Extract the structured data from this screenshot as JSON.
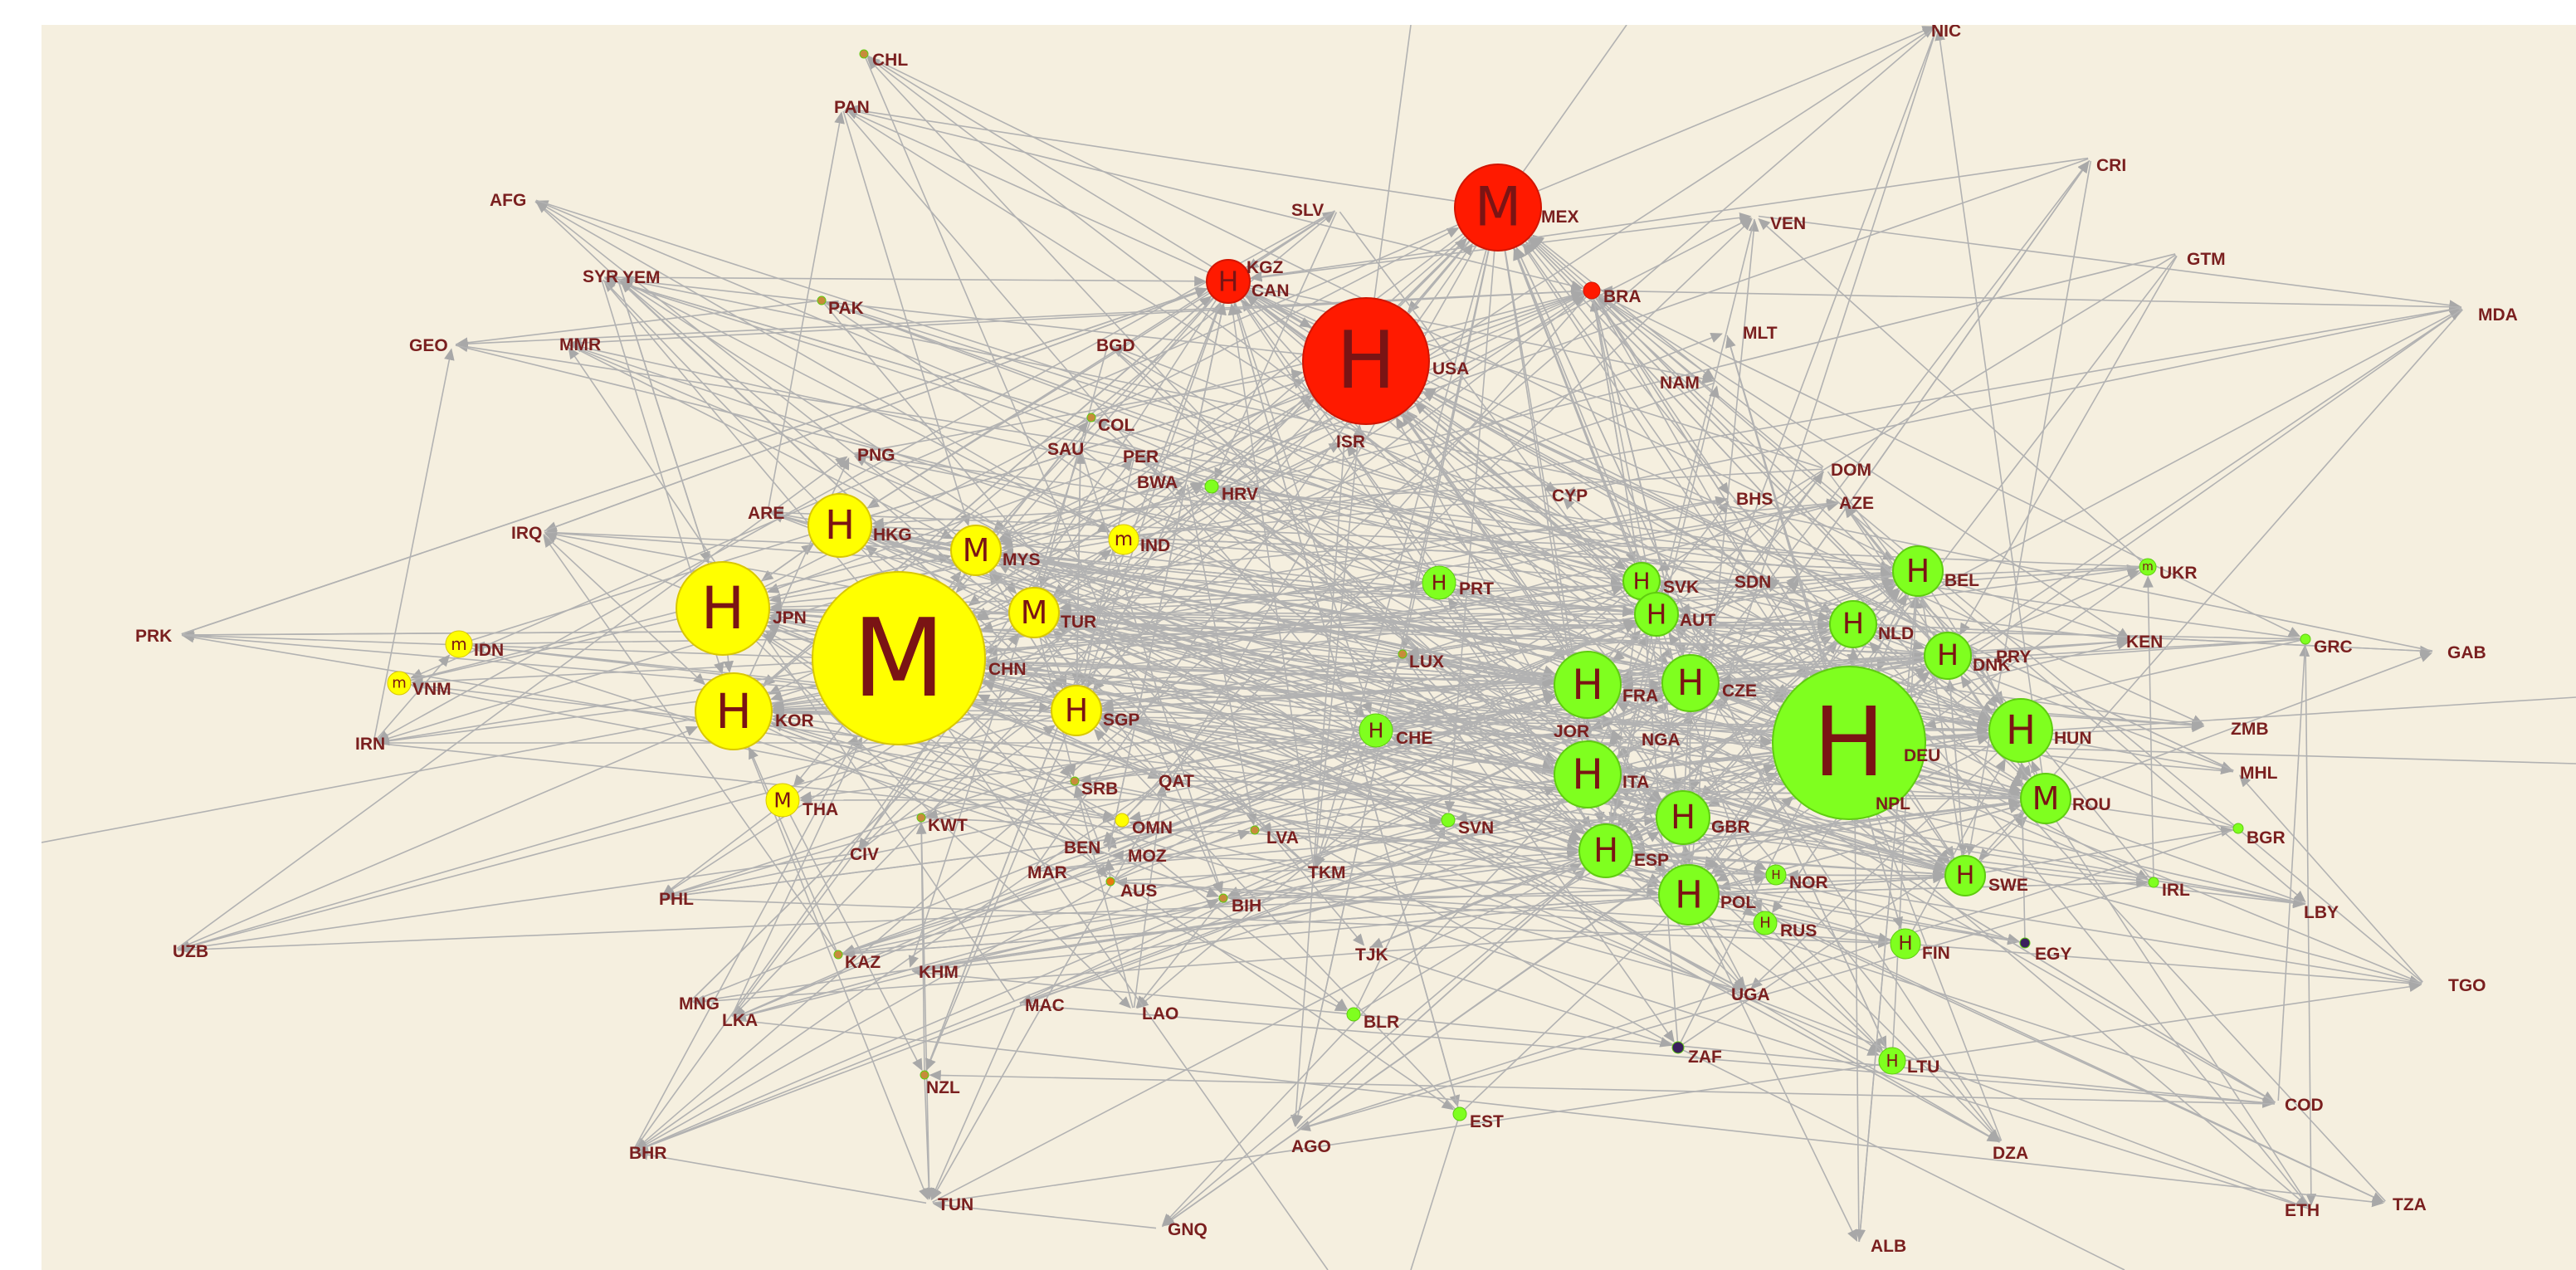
{
  "colors": {
    "red": "#ff1a00",
    "yellow": "#ffff00",
    "green": "#7fff1f",
    "orange": "#e87a10",
    "small_dot": "#c78b3a",
    "dark": "#3a1f5c",
    "edge": "#b2b2b2",
    "label": "#7a1f1f",
    "letter": "#7a1414",
    "background": "#f5efdf"
  },
  "nodes": [
    {
      "id": "USA",
      "label": "USA",
      "letter": "H",
      "group": "red"
    },
    {
      "id": "MEX",
      "label": "MEX",
      "letter": "M",
      "group": "red"
    },
    {
      "id": "KGZ",
      "label": "KGZ",
      "letter": "H",
      "group": "red"
    },
    {
      "id": "CAN",
      "label": "CAN",
      "letter": "",
      "group": "none"
    },
    {
      "id": "BRA",
      "label": "BRA",
      "letter": "",
      "group": "red"
    },
    {
      "id": "CHN",
      "label": "CHN",
      "letter": "M",
      "group": "yellow"
    },
    {
      "id": "JPN",
      "label": "JPN",
      "letter": "H",
      "group": "yellow"
    },
    {
      "id": "KOR",
      "label": "KOR",
      "letter": "H",
      "group": "yellow"
    },
    {
      "id": "HKG",
      "label": "HKG",
      "letter": "H",
      "group": "yellow"
    },
    {
      "id": "MYS",
      "label": "MYS",
      "letter": "M",
      "group": "yellow"
    },
    {
      "id": "TUR",
      "label": "TUR",
      "letter": "M",
      "group": "yellow"
    },
    {
      "id": "SGP",
      "label": "SGP",
      "letter": "H",
      "group": "yellow"
    },
    {
      "id": "IND",
      "label": "IND",
      "letter": "m",
      "group": "yellow"
    },
    {
      "id": "THA",
      "label": "THA",
      "letter": "M",
      "group": "yellow"
    },
    {
      "id": "IDN",
      "label": "IDN",
      "letter": "m",
      "group": "yellow"
    },
    {
      "id": "VNM",
      "label": "VNM",
      "letter": "m",
      "group": "yellow"
    },
    {
      "id": "DEU",
      "label": "DEU",
      "letter": "H",
      "group": "green"
    },
    {
      "id": "NPL",
      "label": "NPL",
      "letter": "",
      "group": "none"
    },
    {
      "id": "FRA",
      "label": "FRA",
      "letter": "H",
      "group": "green"
    },
    {
      "id": "ITA",
      "label": "ITA",
      "letter": "H",
      "group": "green"
    },
    {
      "id": "CZE",
      "label": "CZE",
      "letter": "H",
      "group": "green"
    },
    {
      "id": "GBR",
      "label": "GBR",
      "letter": "H",
      "group": "green"
    },
    {
      "id": "ESP",
      "label": "ESP",
      "letter": "H",
      "group": "green"
    },
    {
      "id": "POL",
      "label": "POL",
      "letter": "H",
      "group": "green"
    },
    {
      "id": "BEL",
      "label": "BEL",
      "letter": "H",
      "group": "green"
    },
    {
      "id": "NLD",
      "label": "NLD",
      "letter": "H",
      "group": "green"
    },
    {
      "id": "DNK",
      "label": "DNK",
      "letter": "H",
      "group": "green"
    },
    {
      "id": "HUN",
      "label": "HUN",
      "letter": "H",
      "group": "green"
    },
    {
      "id": "ROU",
      "label": "ROU",
      "letter": "M",
      "group": "green"
    },
    {
      "id": "SVK",
      "label": "SVK",
      "letter": "H",
      "group": "green"
    },
    {
      "id": "AUT",
      "label": "AUT",
      "letter": "H",
      "group": "green"
    },
    {
      "id": "SWE",
      "label": "SWE",
      "letter": "H",
      "group": "green"
    },
    {
      "id": "FIN",
      "label": "FIN",
      "letter": "H",
      "group": "green"
    },
    {
      "id": "RUS",
      "label": "RUS",
      "letter": "H",
      "group": "green"
    },
    {
      "id": "NOR",
      "label": "NOR",
      "letter": "H",
      "group": "green"
    },
    {
      "id": "LTU",
      "label": "LTU",
      "letter": "H",
      "group": "green"
    },
    {
      "id": "PRT",
      "label": "PRT",
      "letter": "H",
      "group": "green"
    },
    {
      "id": "CHE",
      "label": "CHE",
      "letter": "H",
      "group": "green"
    },
    {
      "id": "UKR",
      "label": "UKR",
      "letter": "m",
      "group": "green"
    },
    {
      "id": "SVN",
      "label": "SVN",
      "letter": "",
      "group": "green"
    },
    {
      "id": "HRV",
      "label": "HRV",
      "letter": "",
      "group": "green"
    },
    {
      "id": "BLR",
      "label": "BLR",
      "letter": "",
      "group": "green"
    },
    {
      "id": "EST",
      "label": "EST",
      "letter": "",
      "group": "green"
    },
    {
      "id": "GRC",
      "label": "GRC",
      "letter": "",
      "group": "green"
    },
    {
      "id": "BGR",
      "label": "BGR",
      "letter": "",
      "group": "green"
    },
    {
      "id": "IRL",
      "label": "IRL",
      "letter": "",
      "group": "green"
    },
    {
      "id": "OMN",
      "label": "OMN",
      "letter": "",
      "group": "yellow"
    },
    {
      "id": "ZAF",
      "label": "ZAF",
      "letter": "",
      "group": "dark"
    },
    {
      "id": "EGY",
      "label": "EGY",
      "letter": "",
      "group": "dark"
    },
    {
      "id": "CHL",
      "label": "CHL",
      "letter": "",
      "group": "dot"
    },
    {
      "id": "PAN",
      "label": "PAN",
      "letter": "",
      "group": "none"
    },
    {
      "id": "AFG",
      "label": "AFG",
      "letter": "",
      "group": "none"
    },
    {
      "id": "SYR",
      "label": "SYR",
      "letter": "",
      "group": "none"
    },
    {
      "id": "YEM",
      "label": "YEM",
      "letter": "",
      "group": "none"
    },
    {
      "id": "PAK",
      "label": "PAK",
      "letter": "",
      "group": "dot"
    },
    {
      "id": "GEO",
      "label": "GEO",
      "letter": "",
      "group": "none"
    },
    {
      "id": "MMR",
      "label": "MMR",
      "letter": "",
      "group": "none"
    },
    {
      "id": "BGD",
      "label": "BGD",
      "letter": "",
      "group": "none"
    },
    {
      "id": "SLV",
      "label": "SLV",
      "letter": "",
      "group": "none"
    },
    {
      "id": "NIC",
      "label": "NIC",
      "letter": "",
      "group": "none"
    },
    {
      "id": "CRI",
      "label": "CRI",
      "letter": "",
      "group": "none"
    },
    {
      "id": "VEN",
      "label": "VEN",
      "letter": "",
      "group": "none"
    },
    {
      "id": "GTM",
      "label": "GTM",
      "letter": "",
      "group": "none"
    },
    {
      "id": "MDA",
      "label": "MDA",
      "letter": "",
      "group": "none"
    },
    {
      "id": "MLT",
      "label": "MLT",
      "letter": "",
      "group": "none"
    },
    {
      "id": "NAM",
      "label": "NAM",
      "letter": "",
      "group": "none"
    },
    {
      "id": "COL",
      "label": "COL",
      "letter": "",
      "group": "dot"
    },
    {
      "id": "SAU",
      "label": "SAU",
      "letter": "",
      "group": "none"
    },
    {
      "id": "PER",
      "label": "PER",
      "letter": "",
      "group": "none"
    },
    {
      "id": "BWA",
      "label": "BWA",
      "letter": "",
      "group": "none"
    },
    {
      "id": "PNG",
      "label": "PNG",
      "letter": "",
      "group": "none"
    },
    {
      "id": "ISR",
      "label": "ISR",
      "letter": "",
      "group": "none"
    },
    {
      "id": "CYP",
      "label": "CYP",
      "letter": "",
      "group": "none"
    },
    {
      "id": "BHS",
      "label": "BHS",
      "letter": "",
      "group": "none"
    },
    {
      "id": "DOM",
      "label": "DOM",
      "letter": "",
      "group": "none"
    },
    {
      "id": "AZE",
      "label": "AZE",
      "letter": "",
      "group": "none"
    },
    {
      "id": "IRQ",
      "label": "IRQ",
      "letter": "",
      "group": "none"
    },
    {
      "id": "ARE",
      "label": "ARE",
      "letter": "",
      "group": "none"
    },
    {
      "id": "PRK",
      "label": "PRK",
      "letter": "",
      "group": "none"
    },
    {
      "id": "IRN",
      "label": "IRN",
      "letter": "",
      "group": "none"
    },
    {
      "id": "SDN",
      "label": "SDN",
      "letter": "",
      "group": "none"
    },
    {
      "id": "PRY",
      "label": "PRY",
      "letter": "",
      "group": "none"
    },
    {
      "id": "KEN",
      "label": "KEN",
      "letter": "",
      "group": "none"
    },
    {
      "id": "GAB",
      "label": "GAB",
      "letter": "",
      "group": "none"
    },
    {
      "id": "ZMB",
      "label": "ZMB",
      "letter": "",
      "group": "none"
    },
    {
      "id": "MHL",
      "label": "MHL",
      "letter": "",
      "group": "none"
    },
    {
      "id": "LBY",
      "label": "LBY",
      "letter": "",
      "group": "none"
    },
    {
      "id": "TGO",
      "label": "TGO",
      "letter": "",
      "group": "none"
    },
    {
      "id": "COD",
      "label": "COD",
      "letter": "",
      "group": "none"
    },
    {
      "id": "ETH",
      "label": "ETH",
      "letter": "",
      "group": "none"
    },
    {
      "id": "TZA",
      "label": "TZA",
      "letter": "",
      "group": "none"
    },
    {
      "id": "DZA",
      "label": "DZA",
      "letter": "",
      "group": "none"
    },
    {
      "id": "ALB",
      "label": "ALB",
      "letter": "",
      "group": "none"
    },
    {
      "id": "UGA",
      "label": "UGA",
      "letter": "",
      "group": "none"
    },
    {
      "id": "TJK",
      "label": "TJK",
      "letter": "",
      "group": "none"
    },
    {
      "id": "AGO",
      "label": "AGO",
      "letter": "",
      "group": "none"
    },
    {
      "id": "GNQ",
      "label": "GNQ",
      "letter": "",
      "group": "none"
    },
    {
      "id": "TUN",
      "label": "TUN",
      "letter": "",
      "group": "none"
    },
    {
      "id": "LAO",
      "label": "LAO",
      "letter": "",
      "group": "none"
    },
    {
      "id": "MAC",
      "label": "MAC",
      "letter": "",
      "group": "none"
    },
    {
      "id": "NZL",
      "label": "NZL",
      "letter": "",
      "group": "dot"
    },
    {
      "id": "BHR",
      "label": "BHR",
      "letter": "",
      "group": "none"
    },
    {
      "id": "LKA",
      "label": "LKA",
      "letter": "",
      "group": "none"
    },
    {
      "id": "MNG",
      "label": "MNG",
      "letter": "",
      "group": "none"
    },
    {
      "id": "KHM",
      "label": "KHM",
      "letter": "",
      "group": "none"
    },
    {
      "id": "KAZ",
      "label": "KAZ",
      "letter": "",
      "group": "dot"
    },
    {
      "id": "UZB",
      "label": "UZB",
      "letter": "",
      "group": "none"
    },
    {
      "id": "PHL",
      "label": "PHL",
      "letter": "",
      "group": "none"
    },
    {
      "id": "CIV",
      "label": "CIV",
      "letter": "",
      "group": "none"
    },
    {
      "id": "KWT",
      "label": "KWT",
      "letter": "",
      "group": "dot"
    },
    {
      "id": "SRB",
      "label": "SRB",
      "letter": "",
      "group": "dot"
    },
    {
      "id": "QAT",
      "label": "QAT",
      "letter": "",
      "group": "none"
    },
    {
      "id": "BEN",
      "label": "BEN",
      "letter": "",
      "group": "none"
    },
    {
      "id": "MOZ",
      "label": "MOZ",
      "letter": "",
      "group": "none"
    },
    {
      "id": "MAR",
      "label": "MAR",
      "letter": "",
      "group": "none"
    },
    {
      "id": "AUS",
      "label": "AUS",
      "letter": "",
      "group": "orange"
    },
    {
      "id": "LVA",
      "label": "LVA",
      "letter": "",
      "group": "dot"
    },
    {
      "id": "TKM",
      "label": "TKM",
      "letter": "",
      "group": "none"
    },
    {
      "id": "BIH",
      "label": "BIH",
      "letter": "",
      "group": "dot"
    },
    {
      "id": "LUX",
      "label": "LUX",
      "letter": "",
      "group": "dot"
    },
    {
      "id": "JOR",
      "label": "JOR",
      "letter": "",
      "group": "none"
    },
    {
      "id": "NGA",
      "label": "NGA",
      "letter": "",
      "group": "none"
    }
  ]
}
